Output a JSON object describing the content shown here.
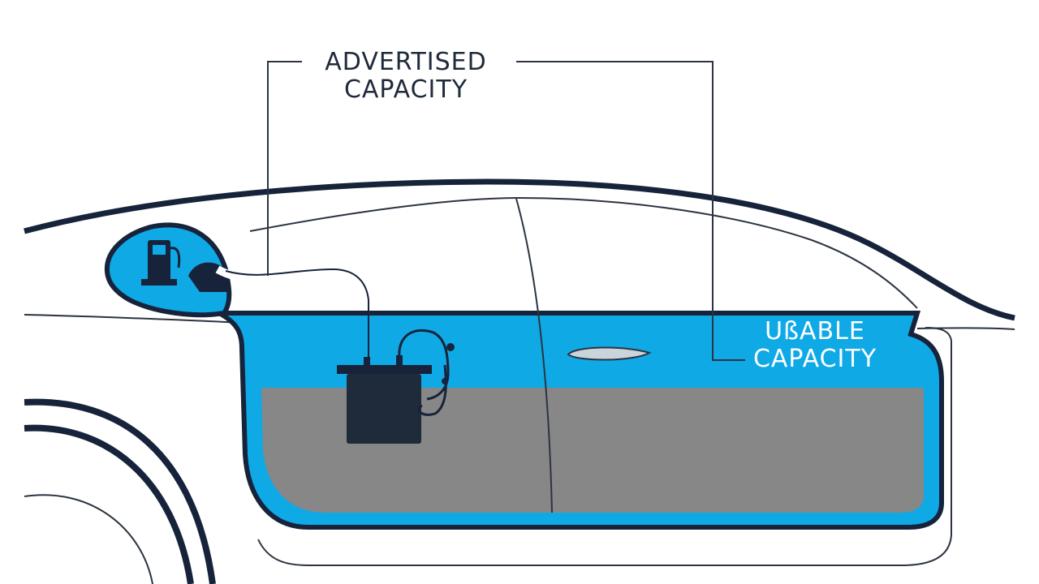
{
  "diagram": {
    "labels": {
      "advertised": {
        "line1": "ADVERTISED",
        "line2": "CAPACITY"
      },
      "usable": {
        "line1": "UßABLE",
        "line2": "CAPACITY"
      }
    },
    "colors": {
      "outline": "#16233a",
      "thin_line": "#2b3440",
      "usable_blue": "#0fa9e6",
      "unusable_gray": "#878787",
      "background": "#ffffff",
      "handle": "#c9d4dd"
    },
    "icons": [
      "fuel-pump-icon",
      "battery-icon",
      "charging-plug-icon"
    ]
  }
}
